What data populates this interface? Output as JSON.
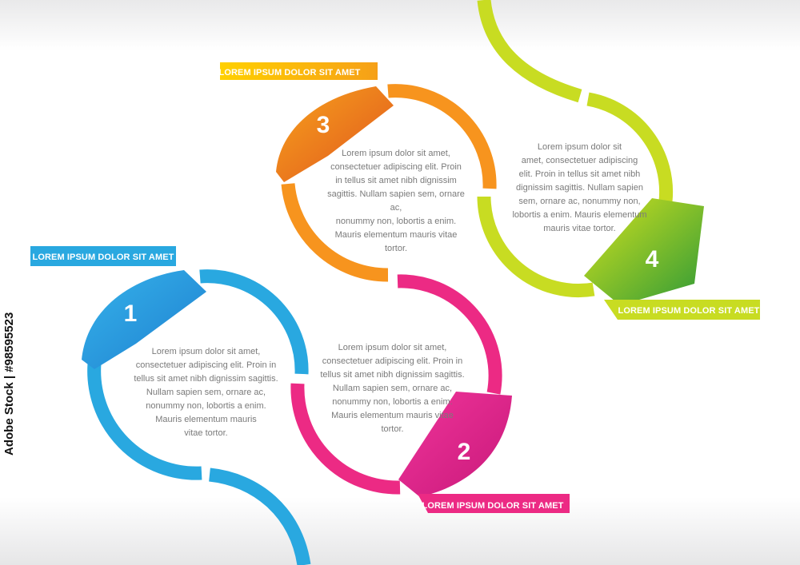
{
  "steps": [
    {
      "number": "1",
      "label": "LOREM IPSUM DOLOR SIT AMET",
      "text": "Lorem ipsum dolor sit amet,\nconsectetuer adipiscing elit. Proin in\ntellus sit amet nibh dignissim sagittis.\nNullam sapien sem, ornare ac,\nnonummy non, lobortis a enim.\nMauris elementum mauris\nvitae tortor.",
      "color": "#29a8e0"
    },
    {
      "number": "2",
      "label": "LOREM IPSUM DOLOR SIT AMET",
      "text": "Lorem ipsum dolor sit amet,\nconsectetuer adipiscing elit. Proin in\ntellus sit amet nibh dignissim sagittis.\nNullam sapien sem, ornare ac,\nnonummy non, lobortis a enim.\nMauris elementum mauris vitae\ntortor.",
      "color": "#ec2a84"
    },
    {
      "number": "3",
      "label": "LOREM IPSUM DOLOR SIT AMET",
      "text": "Lorem ipsum dolor sit amet,\nconsectetuer adipiscing elit. Proin\nin tellus sit amet nibh dignissim\nsagittis. Nullam sapien sem, ornare ac,\nnonummy non, lobortis a enim.\nMauris elementum mauris vitae\ntortor.",
      "color": "#f7941e"
    },
    {
      "number": "4",
      "label": "LOREM IPSUM DOLOR SIT AMET",
      "text": "Lorem ipsum dolor sit\namet, consectetuer adipiscing\nelit. Proin in tellus sit amet nibh\ndignissim sagittis. Nullam sapien\nsem, ornare ac, nonummy non,\nlobortis a enim. Mauris elementum\nmauris vitae tortor.",
      "color": "#c8dc22"
    }
  ],
  "stock_id": "Adobe Stock | #98595523"
}
